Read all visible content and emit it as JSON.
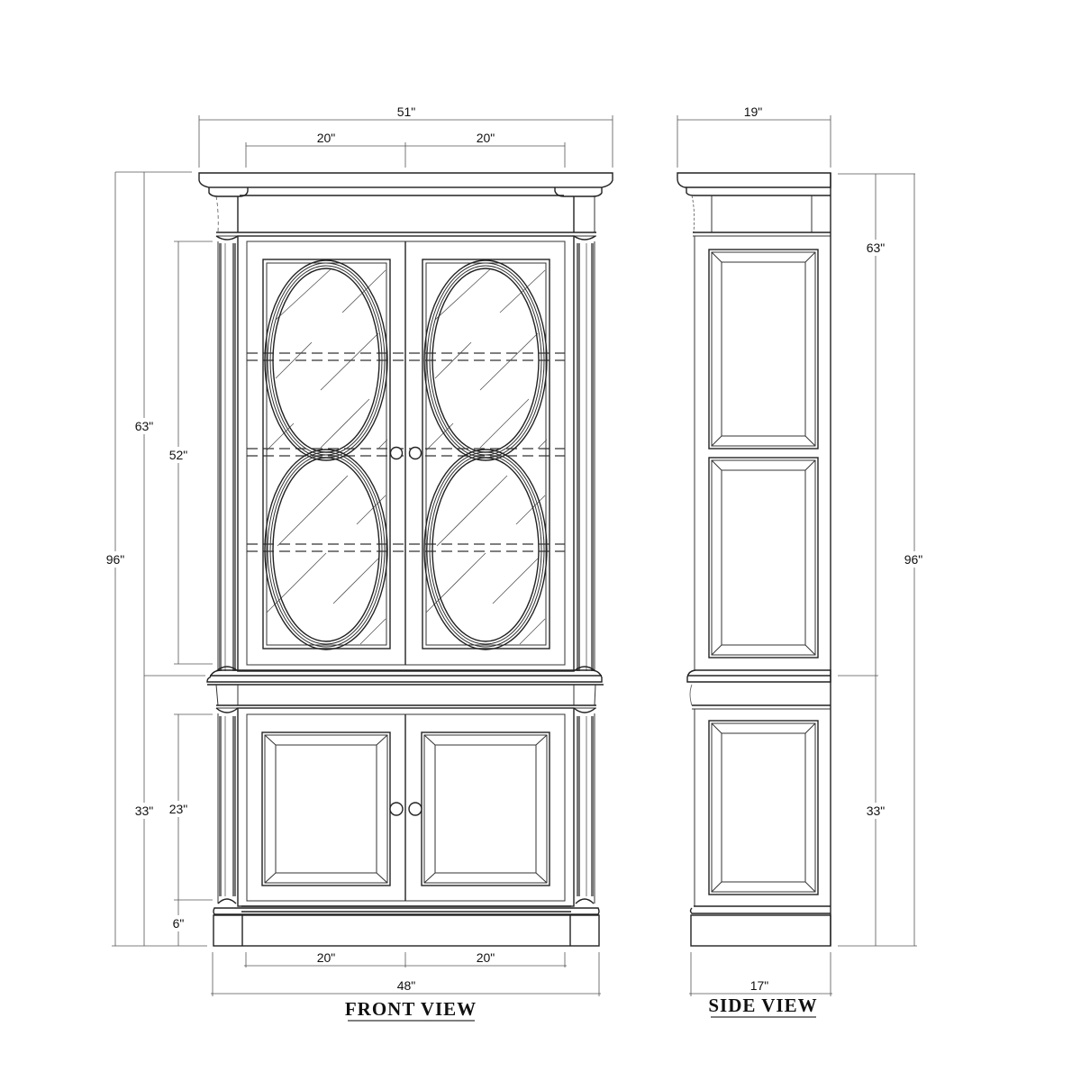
{
  "drawing": {
    "front_view": {
      "title": "FRONT VIEW",
      "dimensions": {
        "top_overall_width": "51\"",
        "top_left_door_width": "20\"",
        "top_right_door_width": "20\"",
        "overall_height": "96\"",
        "upper_height": "63\"",
        "upper_door_height": "52\"",
        "lower_height": "33\"",
        "lower_door_height": "23\"",
        "base_height": "6\"",
        "bottom_left_door_width": "20\"",
        "bottom_right_door_width": "20\"",
        "base_overall_width": "48\""
      }
    },
    "side_view": {
      "title": "SIDE VIEW",
      "dimensions": {
        "top_depth": "19\"",
        "upper_height": "63\"",
        "overall_height": "96\"",
        "lower_height": "33\"",
        "base_depth": "17\""
      }
    }
  }
}
